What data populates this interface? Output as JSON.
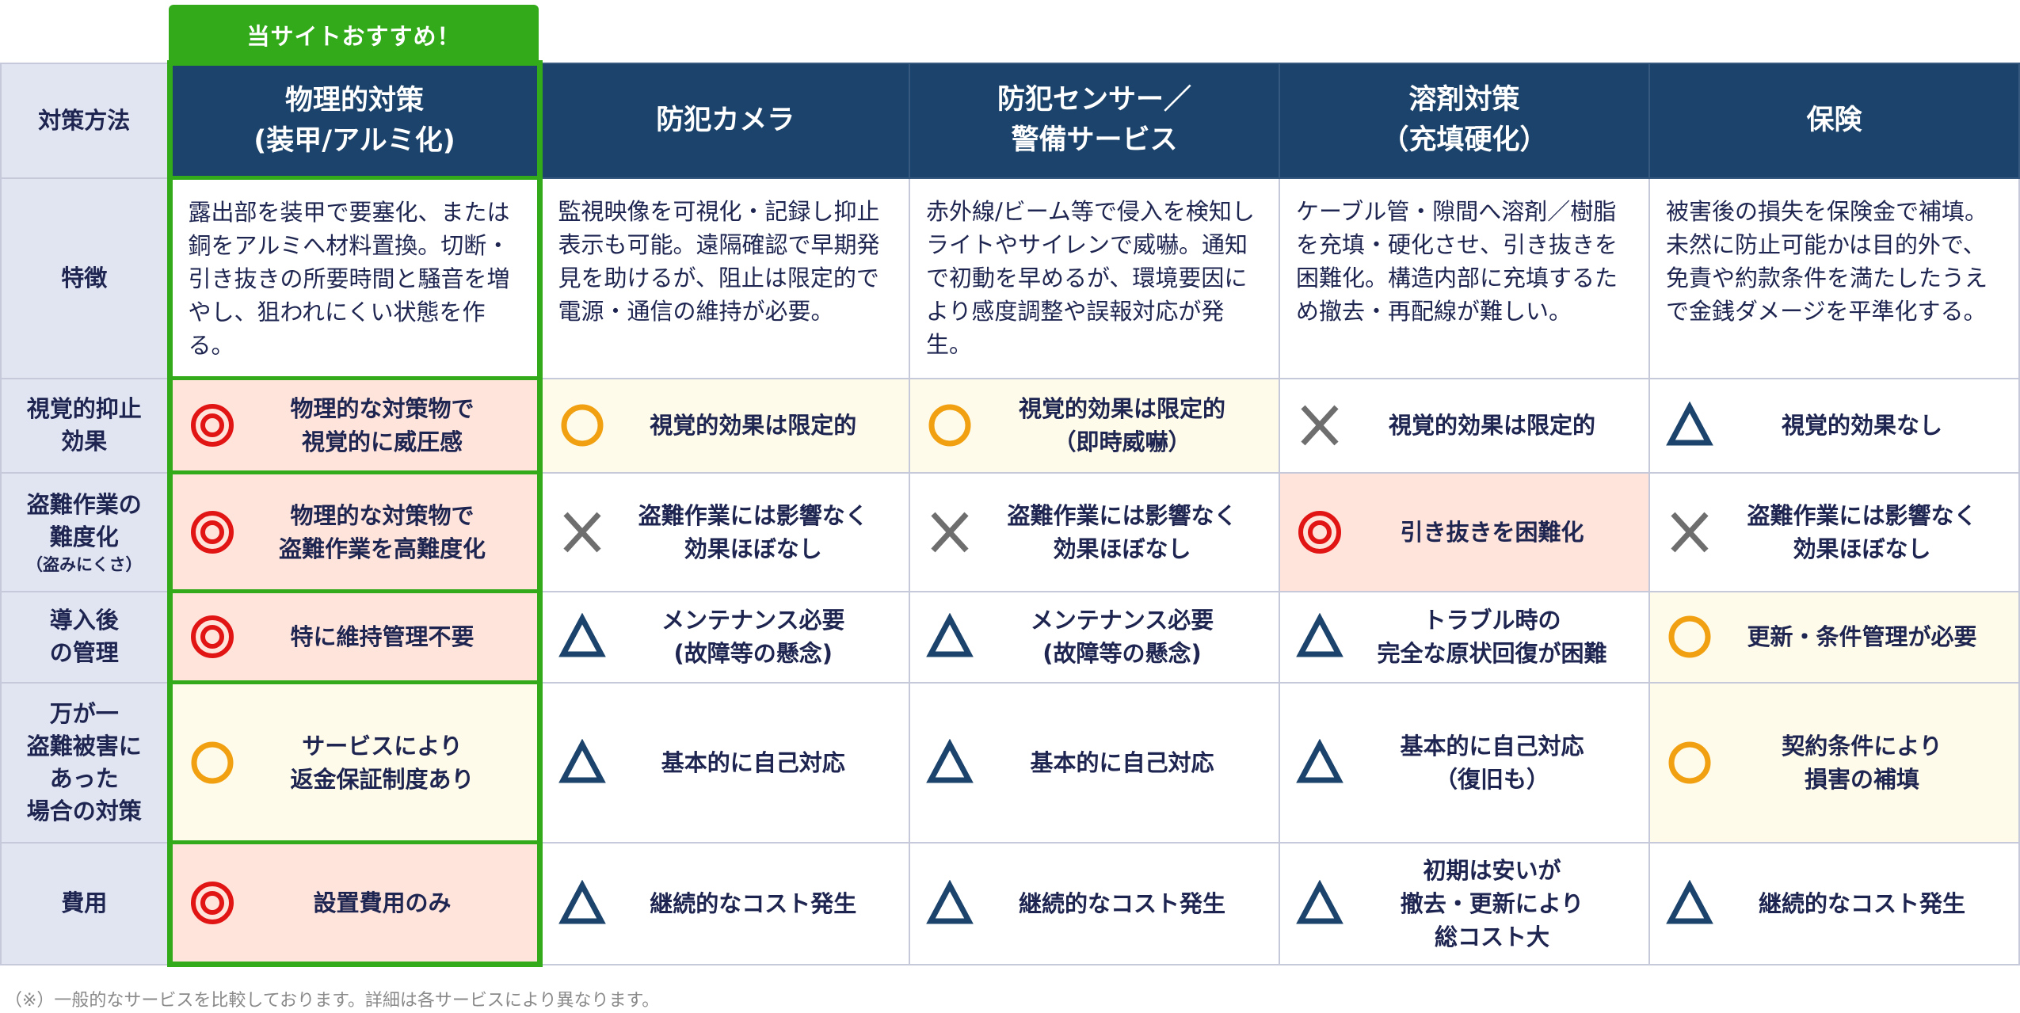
{
  "badge": {
    "label": "当サイトおすすめ！",
    "color": "#33aa1a"
  },
  "colors": {
    "header_bg": "#1b436b",
    "label_bg": "#e1e5f2",
    "excellent_bg": "#ffe4dc",
    "good_bg": "#fffbea",
    "excellent_icon": "#e21515",
    "good_icon": "#f0a010",
    "fair_icon": "#1b436b",
    "poor_icon": "#6e6e6e"
  },
  "header": {
    "corner_label": "対策方法",
    "columns": [
      {
        "line1": "物理的対策",
        "line2": "(装甲/アルミ化)",
        "recommended": true
      },
      {
        "line1": "防犯カメラ",
        "line2": ""
      },
      {
        "line1": "防犯センサー／",
        "line2": "警備サービス"
      },
      {
        "line1": "溶剤対策",
        "line2": "（充填硬化）"
      },
      {
        "line1": "保険",
        "line2": ""
      }
    ]
  },
  "features": {
    "label": "特徴",
    "cells": [
      "露出部を装甲で要塞化、または銅をアルミへ材料置換。切断・引き抜きの所要時間と騒音を増やし、狙われにくい状態を作る。",
      "監視映像を可視化・記録し抑止表示も可能。遠隔確認で早期発見を助けるが、阻止は限定的で電源・通信の維持が必要。",
      "赤外線/ビーム等で侵入を検知しライトやサイレンで威嚇。通知で初動を早めるが、環境要因により感度調整や誤報対応が発生。",
      "ケーブル管・隙間へ溶剤／樹脂を充填・硬化させ、引き抜きを困難化。構造内部に充填するため撤去・再配線が難しい。",
      "被害後の損失を保険金で補填。未然に防止可能かは目的外で、免責や約款条件を満たしたうえで金銭ダメージを平準化する。"
    ]
  },
  "rating_legend": {
    "double_circle": "◎",
    "circle": "○",
    "triangle": "△",
    "cross": "×"
  },
  "rows": [
    {
      "label": "視覚的抑止",
      "label2": "効果",
      "sub": "",
      "cells": [
        {
          "rating": "double_circle",
          "line1": "物理的な対策物で",
          "line2": "視覚的に威圧感"
        },
        {
          "rating": "circle",
          "line1": "視覚的効果は限定的",
          "line2": ""
        },
        {
          "rating": "circle",
          "line1": "視覚的効果は限定的",
          "line2": "（即時威嚇）"
        },
        {
          "rating": "cross",
          "line1": "視覚的効果は限定的",
          "line2": ""
        },
        {
          "rating": "triangle",
          "line1": "視覚的効果なし",
          "line2": ""
        }
      ]
    },
    {
      "label": "盗難作業の",
      "label2": "難度化",
      "sub": "（盗みにくさ）",
      "cells": [
        {
          "rating": "double_circle",
          "line1": "物理的な対策物で",
          "line2": "盗難作業を高難度化"
        },
        {
          "rating": "cross",
          "line1": "盗難作業には影響なく",
          "line2": "効果ほぼなし"
        },
        {
          "rating": "cross",
          "line1": "盗難作業には影響なく",
          "line2": "効果ほぼなし"
        },
        {
          "rating": "double_circle",
          "line1": "引き抜きを困難化",
          "line2": ""
        },
        {
          "rating": "cross",
          "line1": "盗難作業には影響なく",
          "line2": "効果ほぼなし"
        }
      ]
    },
    {
      "label": "導入後",
      "label2": "の管理",
      "sub": "",
      "cells": [
        {
          "rating": "double_circle",
          "line1": "特に維持管理不要",
          "line2": ""
        },
        {
          "rating": "triangle",
          "line1": "メンテナンス必要",
          "line2": "(故障等の懸念)"
        },
        {
          "rating": "triangle",
          "line1": "メンテナンス必要",
          "line2": "(故障等の懸念)"
        },
        {
          "rating": "triangle",
          "line1": "トラブル時の",
          "line2": "完全な原状回復が困難"
        },
        {
          "rating": "circle",
          "line1": "更新・条件管理が必要",
          "line2": ""
        }
      ]
    },
    {
      "label": "万が一",
      "label2": "盗難被害に",
      "label3": "あった",
      "label4": "場合の対策",
      "sub": "",
      "cells": [
        {
          "rating": "circle",
          "line1": "サービスにより",
          "line2": "返金保証制度あり"
        },
        {
          "rating": "triangle",
          "line1": "基本的に自己対応",
          "line2": ""
        },
        {
          "rating": "triangle",
          "line1": "基本的に自己対応",
          "line2": ""
        },
        {
          "rating": "triangle",
          "line1": "基本的に自己対応",
          "line2": "（復旧も）"
        },
        {
          "rating": "circle",
          "line1": "契約条件により",
          "line2": "損害の補填"
        }
      ]
    },
    {
      "label": "費用",
      "label2": "",
      "sub": "",
      "cells": [
        {
          "rating": "double_circle",
          "line1": "設置費用のみ",
          "line2": ""
        },
        {
          "rating": "triangle",
          "line1": "継続的なコスト発生",
          "line2": ""
        },
        {
          "rating": "triangle",
          "line1": "継続的なコスト発生",
          "line2": ""
        },
        {
          "rating": "triangle",
          "line1": "初期は安いが",
          "line2": "撤去・更新により",
          "line3": "総コスト大"
        },
        {
          "rating": "triangle",
          "line1": "継続的なコスト発生",
          "line2": ""
        }
      ]
    }
  ],
  "footnote": "（※）一般的なサービスを比較しております。詳細は各サービスにより異なります。"
}
